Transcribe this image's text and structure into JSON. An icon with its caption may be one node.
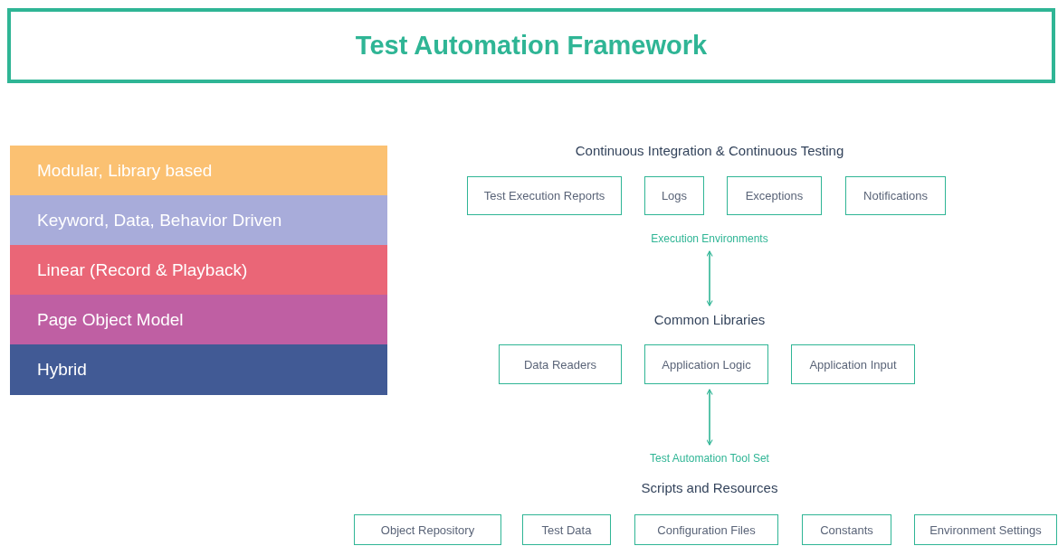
{
  "diagram": {
    "title": "Test Automation Framework",
    "nodes": [
      {
        "text": [
          "Modular, Library based"
        ]
      },
      {
        "text": [
          "Keyword, Data, Behavior Driven"
        ]
      },
      {
        "text": [
          "Linear (Record & Playback)"
        ]
      },
      {
        "text": [
          "Page Object Model"
        ]
      },
      {
        "text": [
          "Hybrid"
        ]
      },
      {
        "text": [
          "Test Execution Reports"
        ]
      },
      {
        "text": [
          "Logs"
        ]
      },
      {
        "text": [
          "Exceptions"
        ]
      },
      {
        "text": [
          "Notifications"
        ]
      },
      {
        "text": [
          "Execution Environments"
        ]
      },
      {
        "text": [
          "Common Libraries"
        ]
      },
      {
        "text": [
          "Data Readers"
        ]
      },
      {
        "text": [
          "Application Logic"
        ]
      },
      {
        "text": [
          "Application Input"
        ]
      },
      {
        "text": [
          "Test Automation Tool Set"
        ]
      },
      {
        "text": [
          "Object Repository"
        ]
      },
      {
        "text": [
          "Test Data"
        ]
      },
      {
        "text": [
          "Configuration Files"
        ]
      },
      {
        "text": [
          "Constants"
        ]
      },
      {
        "text": [
          "Environment Settings"
        ]
      }
    ],
    "edges": [
      {
        "from": 9,
        "to": 10,
        "arrow": "both"
      },
      {
        "from": 12,
        "to": 14,
        "arrow": "both"
      }
    ],
    "labels": [
      "Continuous Integration & Continuous Testing",
      "Scripts and Resources"
    ]
  }
}
